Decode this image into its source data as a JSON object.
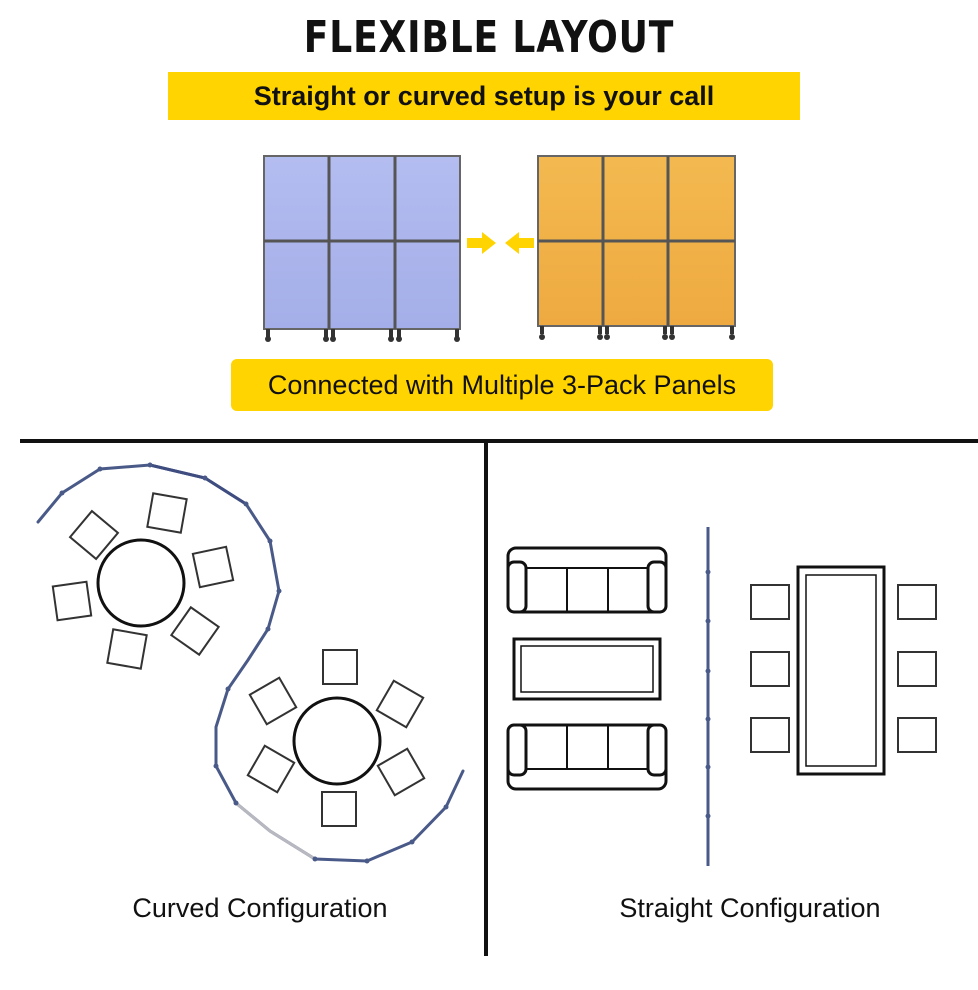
{
  "header": {
    "title": "FLEXIBLE LAYOUT",
    "subtitle": "Straight or curved setup is your call"
  },
  "panels": {
    "caption": "Connected with Multiple 3-Pack Panels",
    "left_color": "#aab4ec",
    "right_color": "#f0b24a",
    "arrow_color": "#ffd400"
  },
  "configurations": {
    "curved_label": "Curved Configuration",
    "straight_label": "Straight Configuration"
  },
  "colors": {
    "accent": "#ffd400",
    "text": "#111111"
  }
}
